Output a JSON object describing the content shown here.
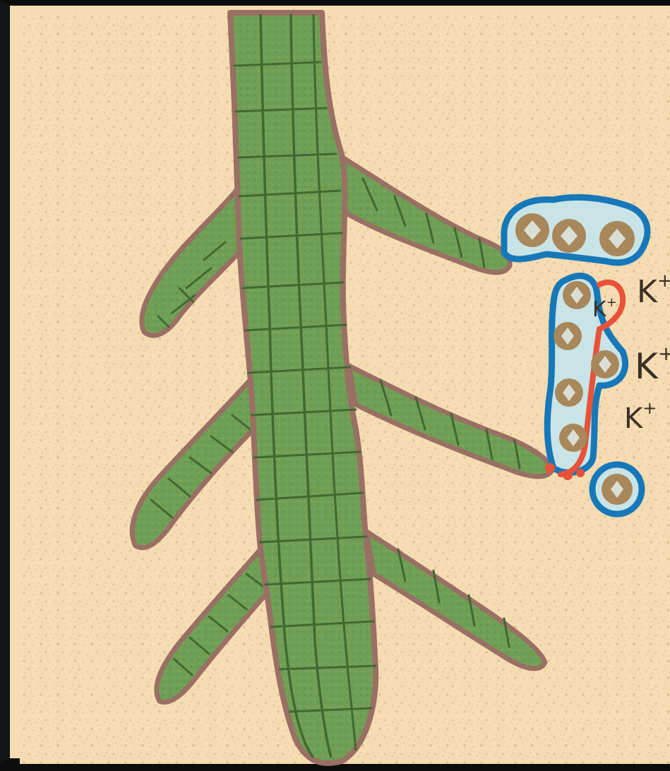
{
  "diagram": {
    "ion_labels": [
      {
        "id": "k1",
        "text": "K",
        "superscript": "+"
      },
      {
        "id": "k2",
        "text": "K",
        "superscript": "+"
      },
      {
        "id": "k3",
        "text": "K",
        "superscript": "+"
      },
      {
        "id": "k4",
        "text": "K",
        "superscript": "+"
      }
    ]
  },
  "colors": {
    "background": "#f6dcb2",
    "root_fill": "#6e9e54",
    "root_outline": "#9a6f64",
    "cell_wall": "#3f6a30",
    "microbe_fill": "#a8875a",
    "microbe_halo": "#c9e4e6",
    "colony_outline": "#1678b8",
    "red_marker": "#e8523a"
  }
}
